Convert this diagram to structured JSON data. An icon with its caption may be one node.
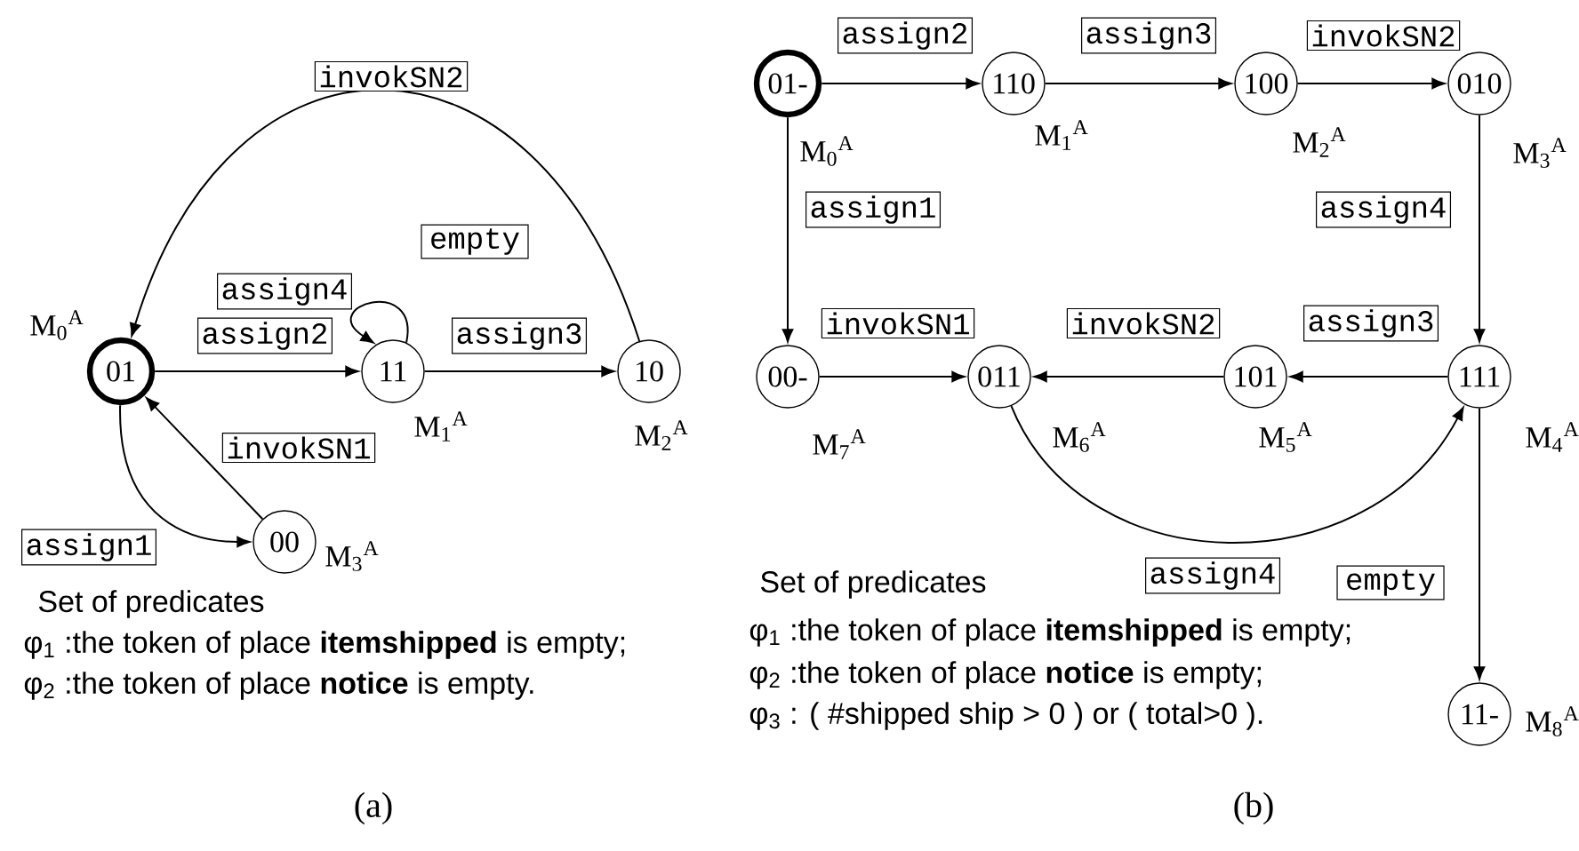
{
  "diagram": {
    "nodes": [
      {
        "text": [
          "01"
        ],
        "beside": [
          "M$_{0}$$^{A}$"
        ]
      },
      {
        "text": [
          "11"
        ],
        "beside": [
          "M$_{1}$$^{A}$"
        ]
      },
      {
        "text": [
          "10"
        ],
        "beside": [
          "M$_{2}$$^{A}$"
        ]
      },
      {
        "text": [
          "00"
        ],
        "beside": [
          "M$_{3}$$^{A}$"
        ]
      },
      {
        "text": [
          "01-"
        ],
        "beside": [
          "M$_{0}$$^{A}$"
        ]
      },
      {
        "text": [
          "110"
        ],
        "beside": [
          "M$_{1}$$^{A}$"
        ]
      },
      {
        "text": [
          "100"
        ],
        "beside": [
          "M$_{2}$$^{A}$"
        ]
      },
      {
        "text": [
          "010"
        ],
        "beside": [
          "M$_{3}$$^{A}$"
        ]
      },
      {
        "text": [
          "00-"
        ],
        "beside": [
          "M$_{7}$$^{A}$"
        ]
      },
      {
        "text": [
          "011"
        ],
        "beside": [
          "M$_{6}$$^{A}$"
        ]
      },
      {
        "text": [
          "101"
        ],
        "beside": [
          "M$_{5}$$^{A}$"
        ]
      },
      {
        "text": [
          "111"
        ],
        "beside": [
          "M$_{4}$$^{A}$"
        ]
      },
      {
        "text": [
          "11-"
        ],
        "beside": [
          "M$_{8}$$^{A}$"
        ]
      }
    ],
    "edges": [
      {
        "from": 0,
        "to": 1,
        "arrow": "to",
        "label": "assign2"
      },
      {
        "from": 1,
        "to": 1,
        "arrow": "to",
        "label": "assign4"
      },
      {
        "from": 1,
        "to": 2,
        "arrow": "to",
        "label": "assign3"
      },
      {
        "from": 2,
        "to": 0,
        "arrow": "to",
        "label": "invokSN2"
      },
      {
        "from": 0,
        "to": 3,
        "arrow": "to",
        "label": "assign1"
      },
      {
        "from": 3,
        "to": 0,
        "arrow": "to",
        "label": "invokSN1"
      },
      {
        "from": 4,
        "to": 5,
        "arrow": "to",
        "label": "assign2"
      },
      {
        "from": 5,
        "to": 6,
        "arrow": "to",
        "label": "assign3"
      },
      {
        "from": 6,
        "to": 7,
        "arrow": "to",
        "label": "invokSN2"
      },
      {
        "from": 4,
        "to": 8,
        "arrow": "to",
        "label": "assign1"
      },
      {
        "from": 7,
        "to": 11,
        "arrow": "to",
        "label": "assign4"
      },
      {
        "from": 8,
        "to": 9,
        "arrow": "to",
        "label": "invokSN1"
      },
      {
        "from": 10,
        "to": 9,
        "arrow": "to",
        "label": "invokSN2"
      },
      {
        "from": 11,
        "to": 10,
        "arrow": "to",
        "label": "assign3"
      },
      {
        "from": 9,
        "to": 11,
        "arrow": "to",
        "label": "assign4"
      },
      {
        "from": 11,
        "to": 12,
        "arrow": "to",
        "label": "empty"
      }
    ],
    "labels": [
      "empty",
      "Set of predicates",
      "φ$_{1}$ :the token of place **itemshipped** is empty;",
      "φ$_{2}$ :the token of place **notice** is empty.",
      "(a)",
      "Set of predicates",
      "φ$_{1}$ :the token of place **itemshipped** is empty;",
      "φ$_{2}$ :the token of place **notice** is empty;",
      "φ$_{3}$ : ( #shipped ship > 0 ) or ( total>0 ).",
      "(b)"
    ]
  }
}
